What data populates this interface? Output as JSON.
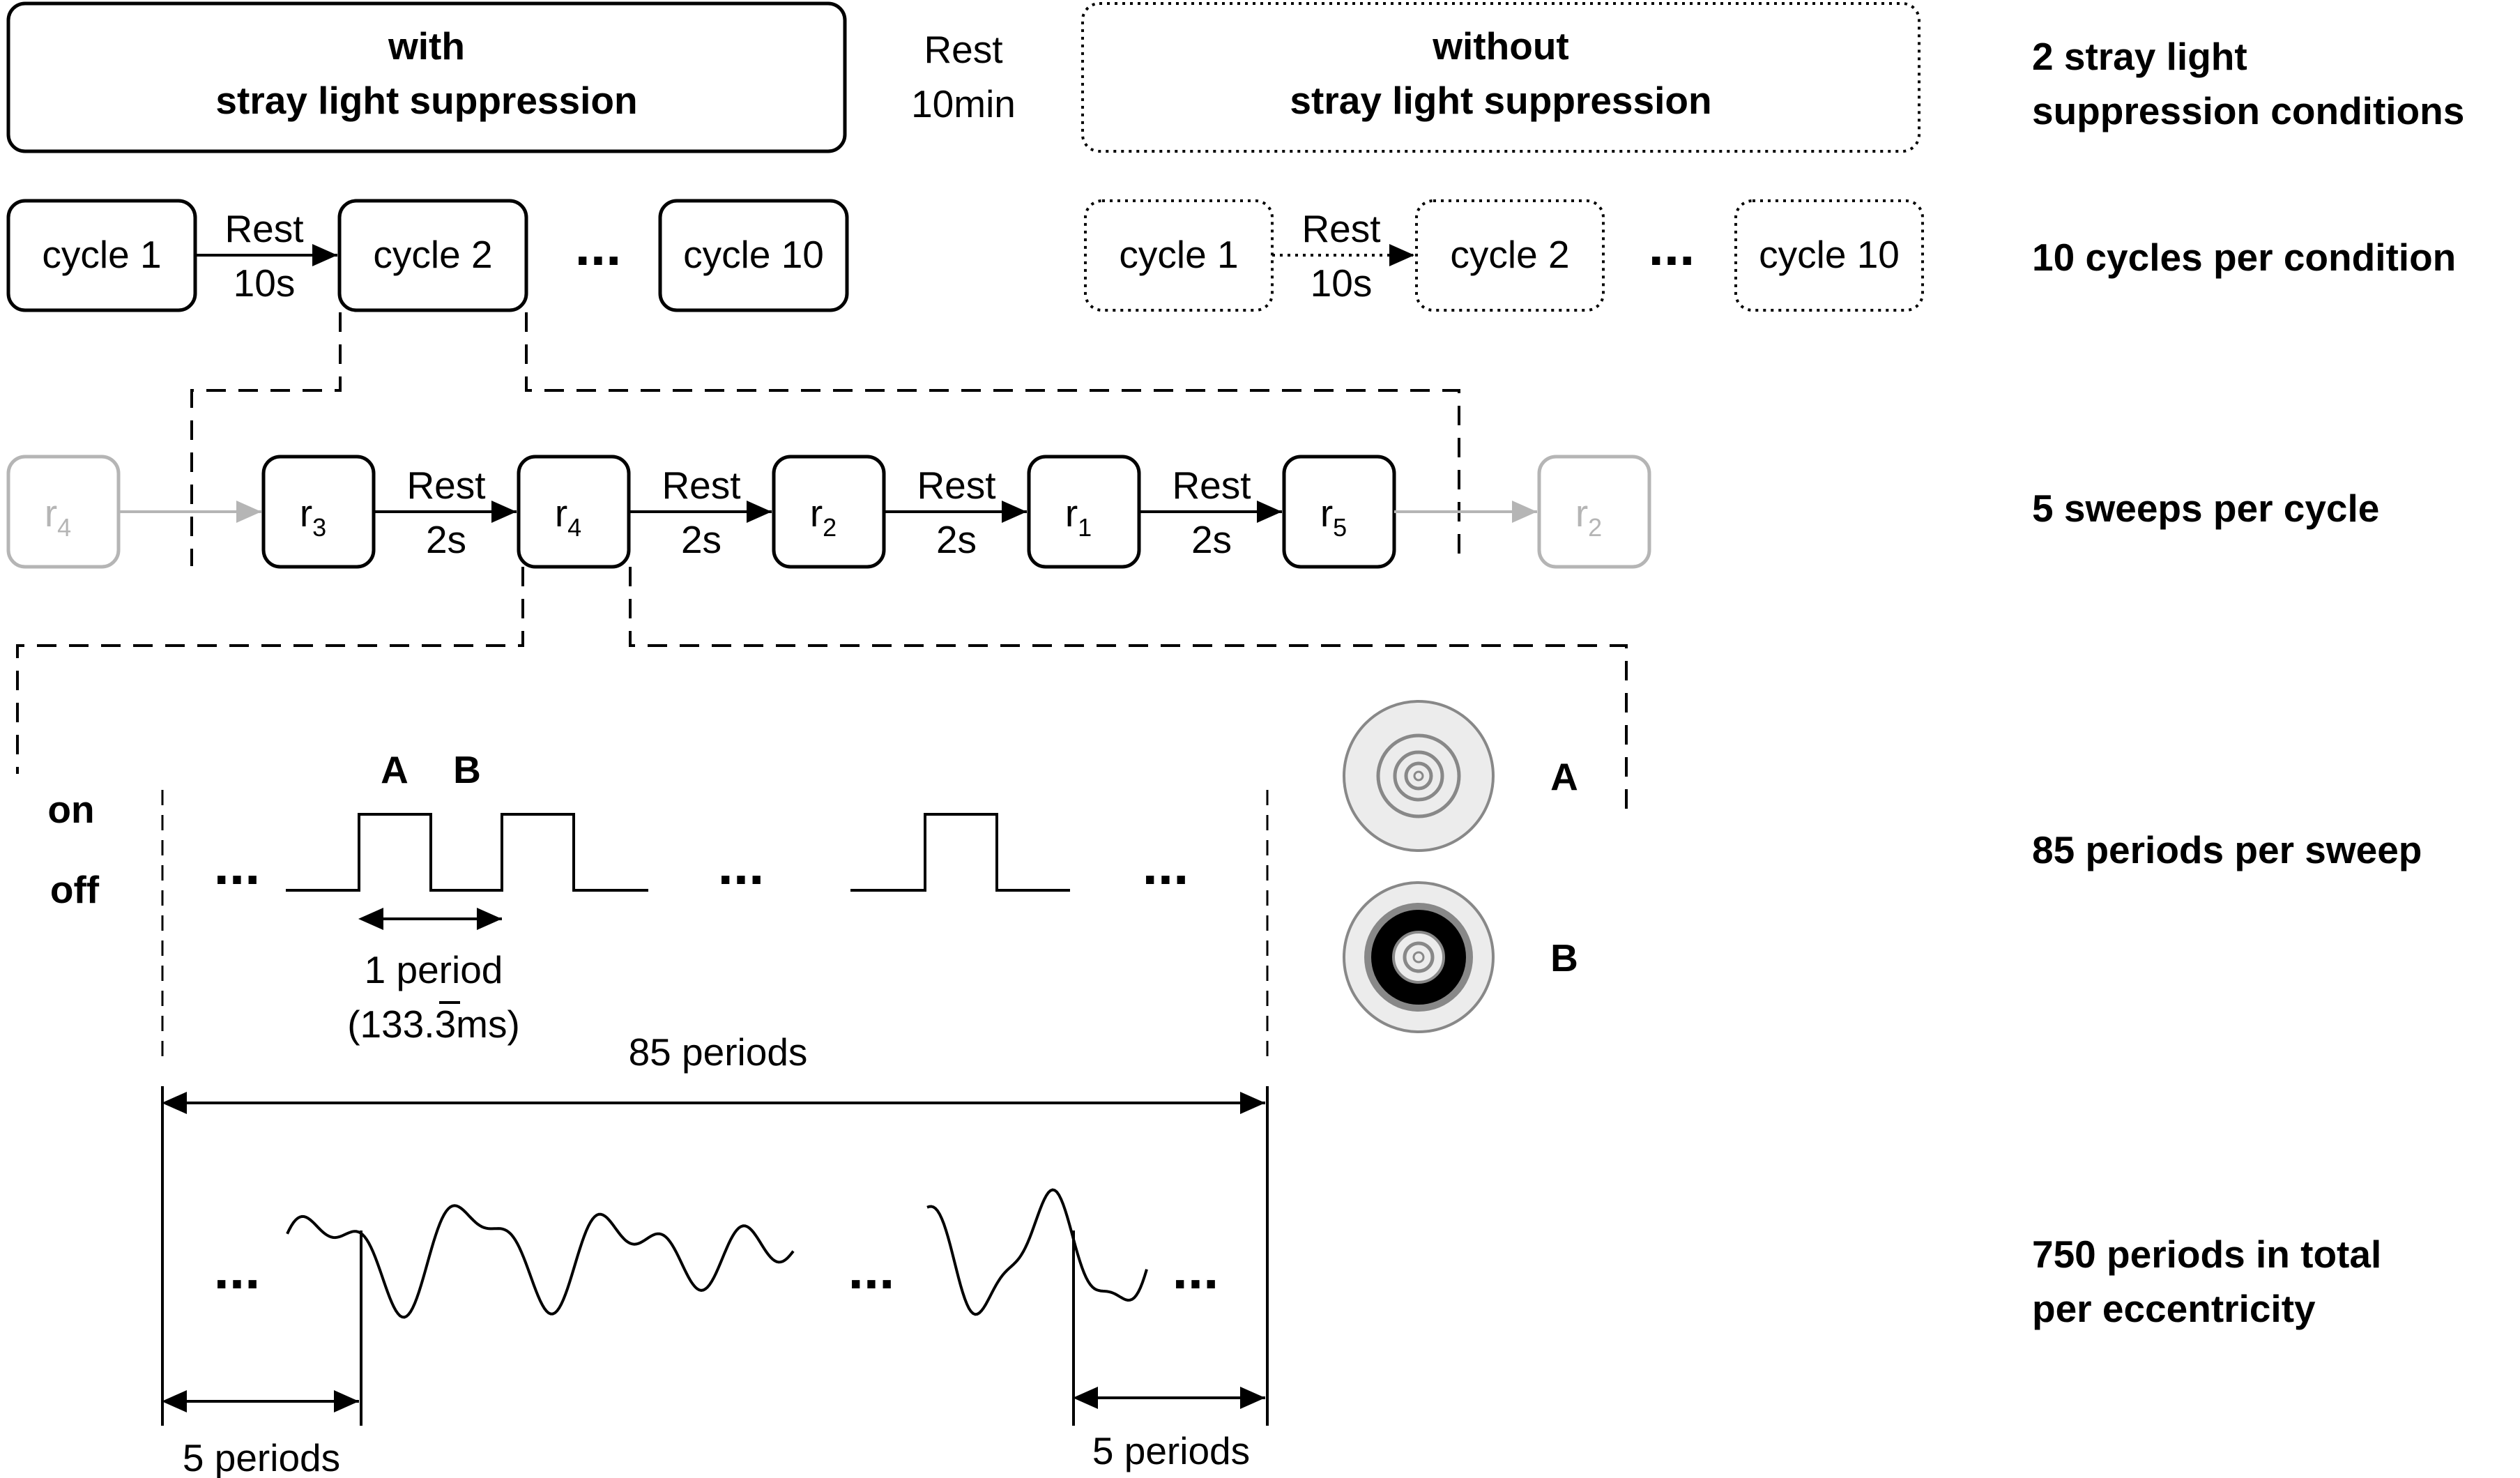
{
  "conditions": {
    "with_line1": "with",
    "with_line2": "stray light suppression",
    "rest_top": "Rest",
    "rest_bottom": "10min",
    "without_line1": "without",
    "without_line2": "stray light suppression"
  },
  "cycles": {
    "cycle1": "cycle 1",
    "cycle2": "cycle 2",
    "cycle10": "cycle 10",
    "rest_top": "Rest",
    "rest_bottom": "10s",
    "ellipsis": "..."
  },
  "sweeps": {
    "r_letter": "r",
    "items": [
      {
        "sub": "4",
        "style": "gray"
      },
      {
        "sub": "3",
        "style": "normal"
      },
      {
        "sub": "4",
        "style": "normal"
      },
      {
        "sub": "2",
        "style": "normal"
      },
      {
        "sub": "1",
        "style": "normal"
      },
      {
        "sub": "5",
        "style": "normal"
      },
      {
        "sub": "2",
        "style": "gray"
      }
    ],
    "rest_top": "Rest",
    "rest_bottom": "2s"
  },
  "periods": {
    "on_label": "on",
    "off_label": "off",
    "label_a": "A",
    "label_b": "B",
    "period_line1": "1 period",
    "period_line2_prefix": "(133.",
    "period_line2_bar": "3",
    "period_line2_suffix": "ms)",
    "total_label": "85 periods",
    "five_periods": "5 periods",
    "stim_a": "A",
    "stim_b": "B",
    "ellipsis": "..."
  },
  "right_labels": {
    "conditions_line1": "2 stray light",
    "conditions_line2": "suppression conditions",
    "cycles": "10 cycles per condition",
    "sweeps": "5 sweeps per cycle",
    "periods": "85 periods per sweep",
    "total_line1": "750 periods in total",
    "total_line2": "per eccentricity"
  },
  "colors": {
    "line": "#000000",
    "gray": "#b5b5b5",
    "stim_outer": "#ececec",
    "stim_ring": "#888888",
    "stim_dark": "#000000"
  }
}
